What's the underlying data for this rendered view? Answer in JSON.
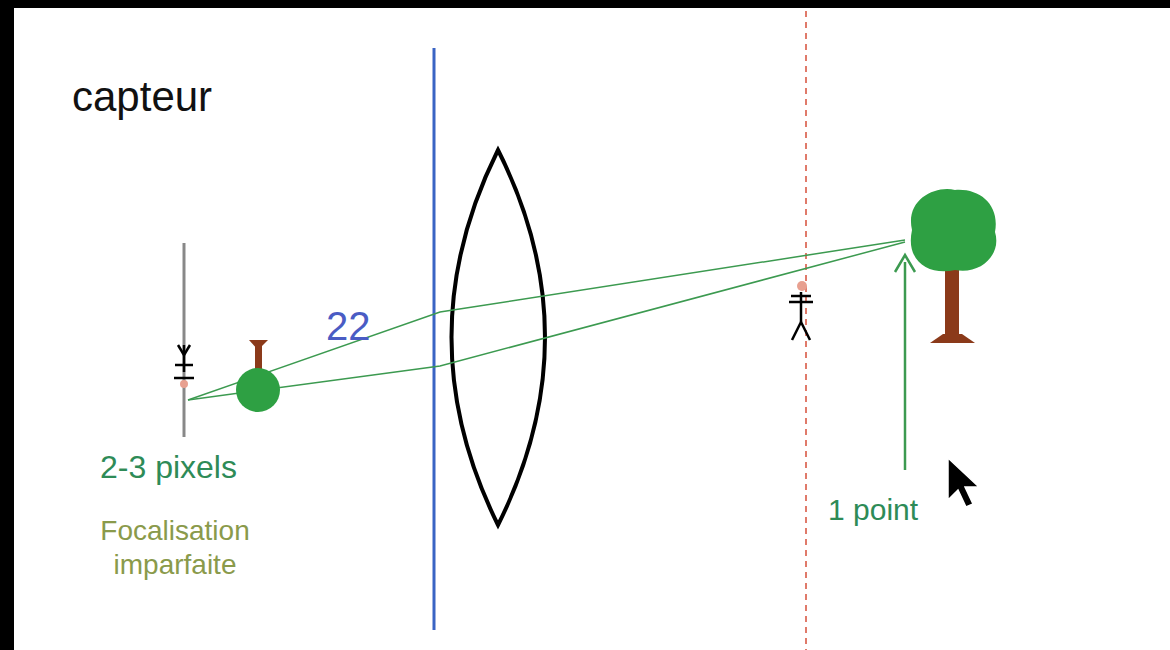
{
  "diagram": {
    "labels": [
      "capteur",
      "22",
      "2-3 pixels",
      "Focalisation imparfaite",
      "1 point"
    ]
  }
}
